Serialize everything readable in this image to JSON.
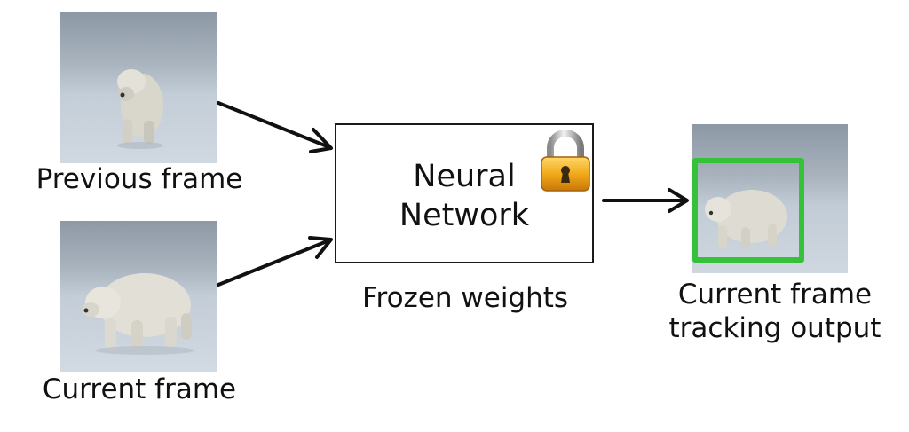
{
  "inputs": {
    "previous_frame_label": "Previous frame",
    "current_frame_label": "Current frame"
  },
  "network": {
    "title_line1": "Neural",
    "title_line2": "Network",
    "caption": "Frozen weights",
    "lock_icon": "padlock-icon"
  },
  "output": {
    "label_line1": "Current frame",
    "label_line2": "tracking output",
    "box_color": "#35c23a"
  },
  "colors": {
    "arrow": "#111111",
    "snow": "#c9d2dc",
    "sky": "#8f9aa5",
    "bear": "#e8e6dc"
  }
}
